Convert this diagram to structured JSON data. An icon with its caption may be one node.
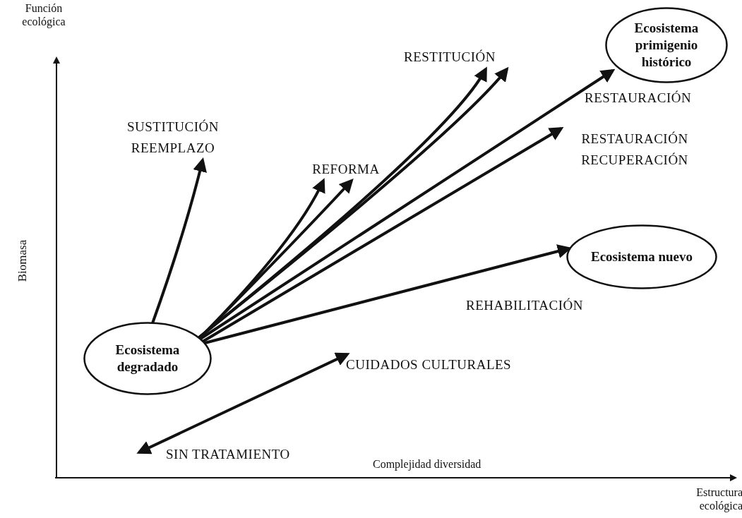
{
  "diagram": {
    "nodes": [
      {
        "text": [
          "Ecosistema primigenio histórico"
        ]
      },
      {
        "text": [
          "RESTITUCIÓN"
        ]
      },
      {
        "text": [
          "SUSTITUCIÓN REEMPLAZO"
        ]
      },
      {
        "text": [
          "RESTAURACIÓN RECUPERACIÓN"
        ]
      },
      {
        "text": [
          "REFORMA"
        ]
      },
      {
        "text": [
          "Ecosistema nuevo"
        ]
      },
      {
        "text": [
          "Ecosistema degradado"
        ]
      },
      {
        "text": [
          "CUIDADOS CULTURALES"
        ]
      },
      {
        "text": [
          "SIN TRATAMIENTO"
        ]
      }
    ],
    "edges": [
      {
        "from": 6,
        "to": 2,
        "arrow": "to"
      },
      {
        "from": 6,
        "to": 4,
        "arrow": "to"
      },
      {
        "from": 6,
        "to": 4,
        "arrow": "to"
      },
      {
        "from": 6,
        "to": 1,
        "arrow": "to"
      },
      {
        "from": 6,
        "to": 1,
        "arrow": "to"
      },
      {
        "from": 6,
        "to": 0,
        "arrow": "to",
        "label": "RESTAURACIÓN"
      },
      {
        "from": 6,
        "to": 3,
        "arrow": "to"
      },
      {
        "from": 6,
        "to": 5,
        "arrow": "to",
        "label": "REHABILITACIÓN"
      },
      {
        "from": 8,
        "to": 7,
        "arrow": "both"
      }
    ],
    "labels": [
      "Función ecológica",
      "Biomasa",
      "Complejidad diversidad",
      "Estructura ecológica"
    ]
  }
}
